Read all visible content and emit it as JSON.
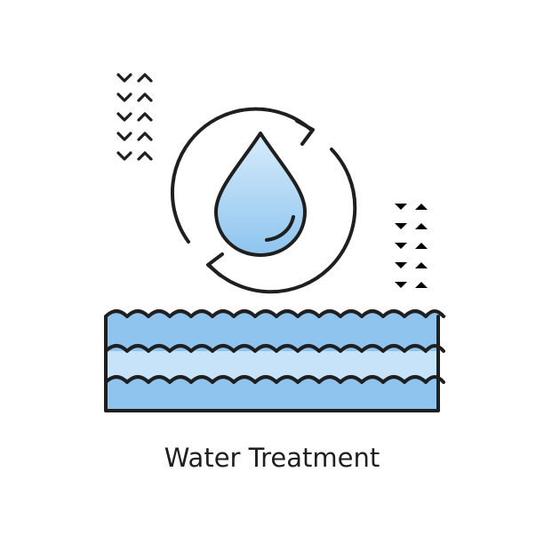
{
  "caption": "Water Treatment",
  "icon": {
    "name": "water-treatment-icon",
    "parts": [
      "water-drop-icon",
      "recycle-arrows-icon",
      "water-waves-icon",
      "chevron-pattern-left",
      "chevron-pattern-right"
    ]
  },
  "colors": {
    "stroke": "#1f1f1f",
    "water_dark": "#8ec4ee",
    "water_light": "#c6e3fa",
    "drop_fill": "#a7d3f7",
    "background": "#ffffff"
  }
}
